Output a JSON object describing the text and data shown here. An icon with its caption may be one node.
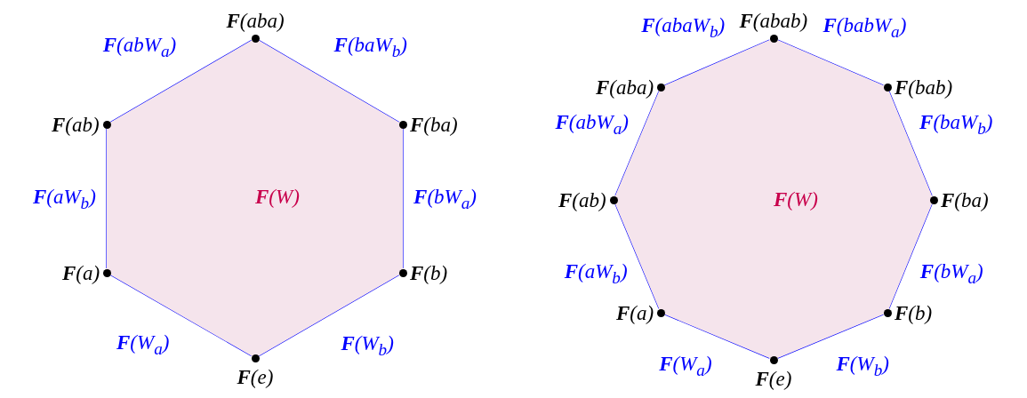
{
  "diagram": {
    "nodes": [
      {
        "text": [
          "**F**(W)"
        ]
      },
      {
        "text": [],
        "shape": "circle",
        "beside": [
          "**F**(aba)"
        ]
      },
      {
        "text": [],
        "shape": "circle",
        "beside": [
          "**F**(ab)"
        ]
      },
      {
        "text": [],
        "shape": "circle",
        "beside": [
          "**F**(ba)"
        ]
      },
      {
        "text": [],
        "shape": "circle",
        "beside": [
          "**F**(a)"
        ]
      },
      {
        "text": [],
        "shape": "circle",
        "beside": [
          "**F**(b)"
        ]
      },
      {
        "text": [],
        "shape": "circle",
        "beside": [
          "**F**(e)"
        ]
      },
      {
        "text": [
          "**F**(W)"
        ]
      },
      {
        "text": [],
        "shape": "circle",
        "beside": [
          "**F**(abab)"
        ]
      },
      {
        "text": [],
        "shape": "circle",
        "beside": [
          "**F**(aba)"
        ]
      },
      {
        "text": [],
        "shape": "circle",
        "beside": [
          "**F**(bab)"
        ]
      },
      {
        "text": [],
        "shape": "circle",
        "beside": [
          "**F**(ab)"
        ]
      },
      {
        "text": [],
        "shape": "circle",
        "beside": [
          "**F**(ba)"
        ]
      },
      {
        "text": [],
        "shape": "circle",
        "beside": [
          "**F**(a)"
        ]
      },
      {
        "text": [],
        "shape": "circle",
        "beside": [
          "**F**(b)"
        ]
      },
      {
        "text": [],
        "shape": "circle",
        "beside": [
          "**F**(e)"
        ]
      }
    ],
    "edges": [
      {
        "from": 1,
        "to": 2,
        "arrow": "none",
        "label": "**F**(abW$_{a}$)"
      },
      {
        "from": 1,
        "to": 3,
        "arrow": "none",
        "label": "**F**(baW$_{b}$)"
      },
      {
        "from": 2,
        "to": 4,
        "arrow": "none",
        "label": "**F**(aW$_{b}$)"
      },
      {
        "from": 3,
        "to": 5,
        "arrow": "none",
        "label": "**F**(bW$_{a}$)"
      },
      {
        "from": 4,
        "to": 6,
        "arrow": "none",
        "label": "**F**(W$_{a}$)"
      },
      {
        "from": 5,
        "to": 6,
        "arrow": "none",
        "label": "**F**(W$_{b}$)"
      },
      {
        "from": 8,
        "to": 9,
        "arrow": "none",
        "label": "**F**(abaW$_{b}$)"
      },
      {
        "from": 8,
        "to": 10,
        "arrow": "none",
        "label": "**F**(babW$_{a}$)"
      },
      {
        "from": 9,
        "to": 11,
        "arrow": "none",
        "label": "**F**(abW$_{a}$)"
      },
      {
        "from": 10,
        "to": 12,
        "arrow": "none",
        "label": "**F**(baW$_{b}$)"
      },
      {
        "from": 11,
        "to": 13,
        "arrow": "none",
        "label": "**F**(aW$_{b}$)"
      },
      {
        "from": 12,
        "to": 14,
        "arrow": "none",
        "label": "**F**(bW$_{a}$)"
      },
      {
        "from": 13,
        "to": 15,
        "arrow": "none",
        "label": "**F**(W$_{a}$)"
      },
      {
        "from": 14,
        "to": 15,
        "arrow": "none",
        "label": "**F**(W$_{b}$)"
      }
    ]
  }
}
